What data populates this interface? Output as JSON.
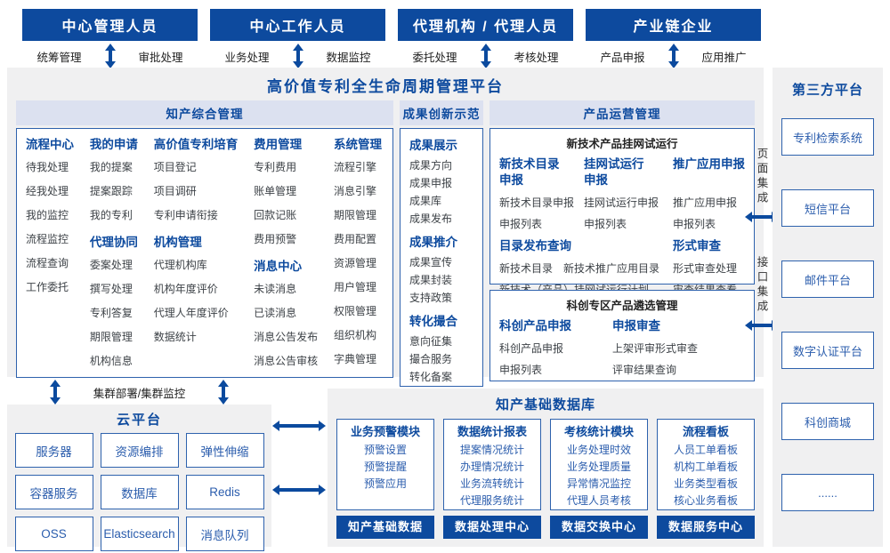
{
  "colors": {
    "primary": "#0d4a9e",
    "arrow": "#0b4a9e",
    "band": "#dce1f0",
    "panel_gray": "#f0f0f1",
    "box_border": "#2e62ad",
    "item_gray": "#3d4247",
    "item_blue": "#2b5dad"
  },
  "roles": [
    {
      "title": "中心管理人员",
      "left": "统筹管理",
      "right": "审批处理"
    },
    {
      "title": "中心工作人员",
      "left": "业务处理",
      "right": "数据监控"
    },
    {
      "title": "代理机构 / 代理人员",
      "left": "委托处理",
      "right": "考核处理"
    },
    {
      "title": "产业链企业",
      "left": "产品申报",
      "right": "应用推广"
    }
  ],
  "platform_title": "高价值专利全生命周期管理平台",
  "ip": {
    "title": "知产综合管理",
    "columns": [
      {
        "groups": [
          {
            "header": "流程中心",
            "items": [
              "待我处理",
              "经我处理",
              "我的监控",
              "流程监控",
              "流程查询",
              "工作委托"
            ]
          }
        ]
      },
      {
        "groups": [
          {
            "header": "我的申请",
            "items": [
              "我的提案",
              "提案跟踪",
              "我的专利"
            ]
          },
          {
            "header": "代理协同",
            "items": [
              "委案处理",
              "撰写处理",
              "专利答复",
              "期限管理",
              "机构信息"
            ]
          }
        ]
      },
      {
        "groups": [
          {
            "header": "高价值专利培育",
            "items": [
              "项目登记",
              "项目调研",
              "专利申请衔接"
            ]
          },
          {
            "header": "机构管理",
            "items": [
              "代理机构库",
              "机构年度评价",
              "代理人年度评价",
              "数据统计"
            ]
          }
        ]
      },
      {
        "groups": [
          {
            "header": "费用管理",
            "items": [
              "专利费用",
              "账单管理",
              "回款记账",
              "费用预警"
            ]
          },
          {
            "header": "消息中心",
            "items": [
              "未读消息",
              "已读消息",
              "消息公告发布",
              "消息公告审核"
            ]
          }
        ]
      },
      {
        "groups": [
          {
            "header": "系统管理",
            "items": [
              "流程引擎",
              "消息引擎",
              "期限管理",
              "费用配置",
              "资源管理",
              "用户管理",
              "权限管理",
              "组织机构",
              "字典管理"
            ]
          }
        ]
      }
    ]
  },
  "achievement": {
    "title": "成果创新示范",
    "groups": [
      {
        "header": "成果展示",
        "items": [
          "成果方向",
          "成果申报",
          "成果库",
          "成果发布"
        ]
      },
      {
        "header": "成果推介",
        "items": [
          "成果宣传",
          "成果封装",
          "支持政策"
        ]
      },
      {
        "header": "转化撮合",
        "items": [
          "意向征集",
          "撮合服务",
          "转化备案"
        ]
      }
    ]
  },
  "product": {
    "title": "产品运营管理",
    "panel1": {
      "title": "新技术产品挂网试运行",
      "groups": [
        {
          "header": "新技术目录申报",
          "items": [
            "新技术目录申报",
            "申报列表"
          ]
        },
        {
          "header": "挂网试运行申报",
          "items": [
            "挂网试运行申报",
            "申报列表"
          ]
        },
        {
          "header": "推广应用申报",
          "items": [
            "推广应用申报",
            "申报列表"
          ]
        }
      ],
      "catalog": {
        "header": "目录发布查询",
        "items": [
          "新技术目录",
          "新技术推广应用目录",
          "新技术（产品）挂网试运行计划"
        ]
      },
      "review": {
        "header": "形式审查",
        "items": [
          "形式审查处理",
          "审查结果查看"
        ]
      }
    },
    "panel2": {
      "title": "科创专区产品遴选管理",
      "groups": [
        {
          "header": "科创产品申报",
          "items": [
            "科创产品申报",
            "申报列表"
          ]
        },
        {
          "header": "申报审查",
          "items": [
            "上架评审形式审查",
            "评审结果查询"
          ]
        }
      ]
    }
  },
  "third_party": {
    "title": "第三方平台",
    "boxes": [
      "专利检索系统",
      "短信平台",
      "邮件平台",
      "数字认证平台",
      "科创商城",
      "......"
    ],
    "integration_page": "页面集成",
    "integration_api": "接口集成"
  },
  "cloud": {
    "title": "云平台",
    "link_label": "集群部署/集群监控",
    "boxes": [
      "服务器",
      "资源编排",
      "弹性伸缩",
      "容器服务",
      "数据库",
      "Redis",
      "OSS",
      "Elasticsearch",
      "消息队列"
    ]
  },
  "database": {
    "title": "知产基础数据库",
    "modules": [
      {
        "header": "业务预警模块",
        "items": [
          "预警设置",
          "预警提醒",
          "预警应用"
        ],
        "footer": "知产基础数据"
      },
      {
        "header": "数据统计报表",
        "items": [
          "提案情况统计",
          "办理情况统计",
          "业务流转统计",
          "代理服务统计"
        ],
        "footer": "数据处理中心"
      },
      {
        "header": "考核统计模块",
        "items": [
          "业务处理时效",
          "业务处理质量",
          "异常情况监控",
          "代理人员考核"
        ],
        "footer": "数据交换中心"
      },
      {
        "header": "流程看板",
        "items": [
          "人员工单看板",
          "机构工单看板",
          "业务类型看板",
          "核心业务看板"
        ],
        "footer": "数据服务中心"
      }
    ]
  }
}
